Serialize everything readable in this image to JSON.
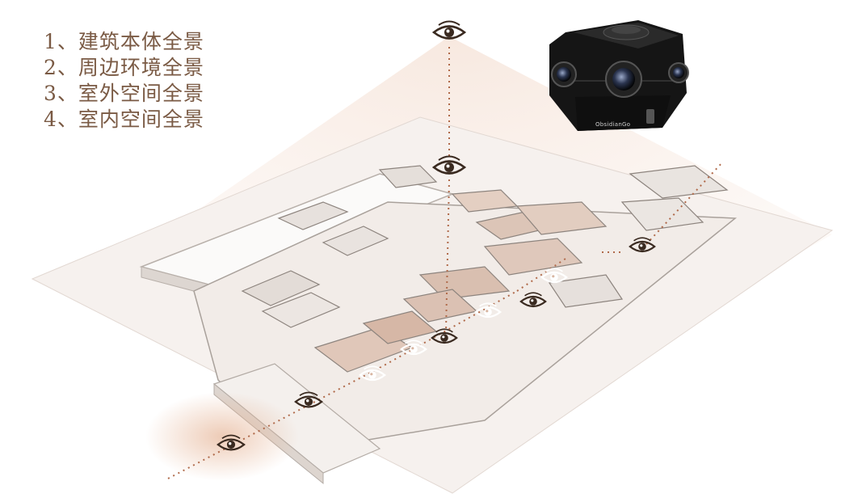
{
  "legend": {
    "items": [
      "1、建筑本体全景",
      "2、周边环境全景",
      "3、室外空间全景",
      "4、室内空间全景"
    ]
  },
  "camera": {
    "brand": "ObsidianGo"
  },
  "colors": {
    "legend_text": "#7a5a44",
    "eye_dark": "#3a2a20",
    "eye_light": "#ffffff",
    "dotted_line": "#b06a4a",
    "glow": "#e8c0a0",
    "camera_body": "#1a1a1a"
  },
  "icons": {
    "viewpoint": "eye-icon",
    "camera": "panoramic-camera-icon"
  }
}
